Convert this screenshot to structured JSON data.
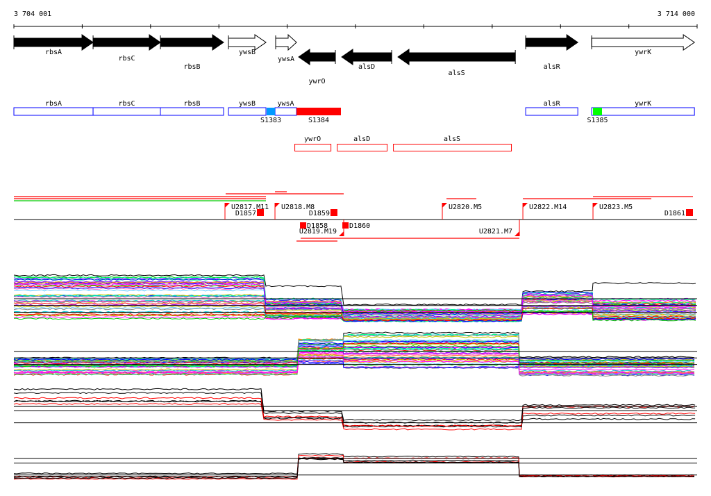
{
  "ruler": {
    "start": 3704001,
    "end": 3714000,
    "start_label": "3 704 001",
    "end_label": "3 714 000",
    "tick_step": 1000
  },
  "genes": [
    {
      "name": "rbsA",
      "start": 3704001,
      "end": 3705160,
      "strand": "+",
      "style": "filled"
    },
    {
      "name": "rbsC",
      "start": 3705160,
      "end": 3706145,
      "strand": "+",
      "style": "filled"
    },
    {
      "name": "rbsB",
      "start": 3706145,
      "end": 3707070,
      "strand": "+",
      "style": "filled"
    },
    {
      "name": "ywsB",
      "start": 3707141,
      "end": 3707690,
      "strand": "+",
      "style": "open"
    },
    {
      "name": "ywsA",
      "start": 3707832,
      "end": 3708137,
      "strand": "+",
      "style": "open"
    },
    {
      "name": "ywrO",
      "start": 3708168,
      "end": 3708706,
      "strand": "-",
      "style": "filled"
    },
    {
      "name": "alsD",
      "start": 3708798,
      "end": 3709530,
      "strand": "-",
      "style": "filled"
    },
    {
      "name": "alsS",
      "start": 3709621,
      "end": 3711339,
      "strand": "-",
      "style": "filled"
    },
    {
      "name": "alsR",
      "start": 3711491,
      "end": 3712254,
      "strand": "+",
      "style": "filled"
    },
    {
      "name": "ywrK",
      "start": 3712457,
      "end": 3713961,
      "strand": "+",
      "style": "open"
    }
  ],
  "forward_regions": [
    {
      "name": "rbsA",
      "start": 3704001,
      "end": 3705160
    },
    {
      "name": "rbsC",
      "start": 3705160,
      "end": 3706145
    },
    {
      "name": "rbsB",
      "start": 3706145,
      "end": 3707070
    },
    {
      "name": "ywsB",
      "start": 3707141,
      "end": 3707690
    },
    {
      "name": "ywsA",
      "start": 3707822,
      "end": 3708137
    },
    {
      "name": "alsR",
      "start": 3711491,
      "end": 3712254
    },
    {
      "name": "ywrK",
      "start": 3712457,
      "end": 3713961
    }
  ],
  "sites": [
    {
      "name": "S1383",
      "start": 3707700,
      "end": 3707822,
      "color": "#0099ff"
    },
    {
      "name": "S1384",
      "start": 3708137,
      "end": 3708787,
      "color": "#ff0000"
    },
    {
      "name": "S1385",
      "start": 3712476,
      "end": 3712608,
      "color": "#00ff00"
    }
  ],
  "reverse_regions": [
    {
      "name": "ywrO",
      "start": 3708107,
      "end": 3708636
    },
    {
      "name": "alsD",
      "start": 3708729,
      "end": 3709459
    },
    {
      "name": "alsS",
      "start": 3709550,
      "end": 3711277
    }
  ],
  "transcript_starts": [
    {
      "name": "U2817.M11",
      "pos": 3707090,
      "strand": "+"
    },
    {
      "name": "U2818.M8",
      "pos": 3707822,
      "strand": "+"
    },
    {
      "name": "U2820.M5",
      "pos": 3710271,
      "strand": "+"
    },
    {
      "name": "U2822.M14",
      "pos": 3711450,
      "strand": "+"
    },
    {
      "name": "U2823.M5",
      "pos": 3712476,
      "strand": "+"
    },
    {
      "name": "U2819.M19",
      "pos": 3708828,
      "strand": "-"
    },
    {
      "name": "U2821.M7",
      "pos": 3711399,
      "strand": "-"
    }
  ],
  "terminators": [
    {
      "name": "D1857",
      "pos": 3707659,
      "strand": "+"
    },
    {
      "name": "D1859",
      "pos": 3708736,
      "strand": "+"
    },
    {
      "name": "D1861",
      "pos": 3713939,
      "strand": "+"
    },
    {
      "name": "D1858",
      "pos": 3708188,
      "strand": "-"
    },
    {
      "name": "D1860",
      "pos": 3708808,
      "strand": "-"
    }
  ],
  "transcript_spans": [
    {
      "start": 3704001,
      "end": 3707690,
      "color": "#ff0000",
      "row": 0
    },
    {
      "start": 3704001,
      "end": 3707690,
      "color": "#ff0000",
      "row": 1
    },
    {
      "start": 3704001,
      "end": 3707690,
      "color": "#00cc00",
      "row": 2
    },
    {
      "start": 3707100,
      "end": 3708828,
      "color": "#ff0000",
      "row": -1
    },
    {
      "start": 3707822,
      "end": 3707995,
      "color": "#ff0000",
      "row": -2
    },
    {
      "start": 3710332,
      "end": 3710769,
      "color": "#ff0000",
      "row": 1
    },
    {
      "start": 3711450,
      "end": 3713330,
      "color": "#ff0000",
      "row": 1
    },
    {
      "start": 3712476,
      "end": 3713939,
      "color": "#ff0000",
      "row": 0
    },
    {
      "start": 3708198,
      "end": 3711399,
      "color": "#ff0000",
      "row": 10
    },
    {
      "start": 3708137,
      "end": 3708736,
      "color": "#ff0000",
      "row": 11
    }
  ],
  "expression_tracks": [
    {
      "lines": 40,
      "colors": [
        "#ff0000",
        "#00cc00",
        "#0000ff",
        "#ff00ff",
        "#00cccc",
        "#cccc00",
        "#ff8800",
        "#8800ff",
        "#00ff88",
        "#888888",
        "#ff66cc",
        "#66ccff"
      ],
      "ref_levels": [
        0.5,
        0.64,
        0.78
      ],
      "segments": [
        {
          "start": 3704001,
          "end": 3707690,
          "lo": 0.05,
          "hi": 0.92,
          "top": 0.02
        },
        {
          "start": 3707690,
          "end": 3708828,
          "lo": 0.5,
          "hi": 0.92,
          "top": 0.24
        },
        {
          "start": 3708828,
          "end": 3711450,
          "lo": 0.72,
          "hi": 0.98,
          "top": 0.62
        },
        {
          "start": 3711450,
          "end": 3712476,
          "lo": 0.35,
          "hi": 0.82,
          "top": 0.35
        },
        {
          "start": 3712476,
          "end": 3714000,
          "lo": 0.5,
          "hi": 0.95,
          "top": 0.18
        }
      ]
    },
    {
      "lines": 40,
      "colors": [
        "#ff0000",
        "#00cc00",
        "#0000ff",
        "#ff00ff",
        "#00cccc",
        "#cccc00",
        "#ff8800",
        "#8800ff",
        "#00ff88",
        "#888888",
        "#ff66cc",
        "#66ccff"
      ],
      "ref_levels": [
        0.46,
        0.6,
        0.74
      ],
      "segments": [
        {
          "start": 3704001,
          "end": 3708168,
          "lo": 0.62,
          "hi": 0.98,
          "top": 0.6
        },
        {
          "start": 3708168,
          "end": 3708828,
          "lo": 0.2,
          "hi": 0.75,
          "top": 0.22
        },
        {
          "start": 3708828,
          "end": 3711399,
          "lo": 0.08,
          "hi": 0.82,
          "top": 0.06
        },
        {
          "start": 3711399,
          "end": 3714000,
          "lo": 0.62,
          "hi": 0.98,
          "top": 0.58
        }
      ]
    },
    {
      "lines": 6,
      "colors": [
        "#ff0000",
        "#000000"
      ],
      "ref_levels": [
        0.45,
        0.54,
        0.8
      ],
      "segments": [
        {
          "start": 3704001,
          "end": 3707659,
          "lo": 0.15,
          "hi": 0.4,
          "top": 0.08
        },
        {
          "start": 3707659,
          "end": 3708828,
          "lo": 0.58,
          "hi": 0.75,
          "top": 0.55
        },
        {
          "start": 3708828,
          "end": 3711450,
          "lo": 0.76,
          "hi": 0.95,
          "top": 0.74
        },
        {
          "start": 3711450,
          "end": 3714000,
          "lo": 0.45,
          "hi": 0.8,
          "top": 0.42
        }
      ]
    },
    {
      "lines": 6,
      "colors": [
        "#ff0000",
        "#000000"
      ],
      "ref_levels": [
        0.22,
        0.37,
        0.75
      ],
      "segments": [
        {
          "start": 3704001,
          "end": 3708168,
          "lo": 0.72,
          "hi": 0.88,
          "top": 0.7
        },
        {
          "start": 3708168,
          "end": 3708828,
          "lo": 0.1,
          "hi": 0.3,
          "top": 0.08
        },
        {
          "start": 3708828,
          "end": 3711399,
          "lo": 0.18,
          "hi": 0.4,
          "top": 0.16
        },
        {
          "start": 3711399,
          "end": 3714000,
          "lo": 0.76,
          "hi": 0.82,
          "top": 0.76
        }
      ]
    }
  ]
}
